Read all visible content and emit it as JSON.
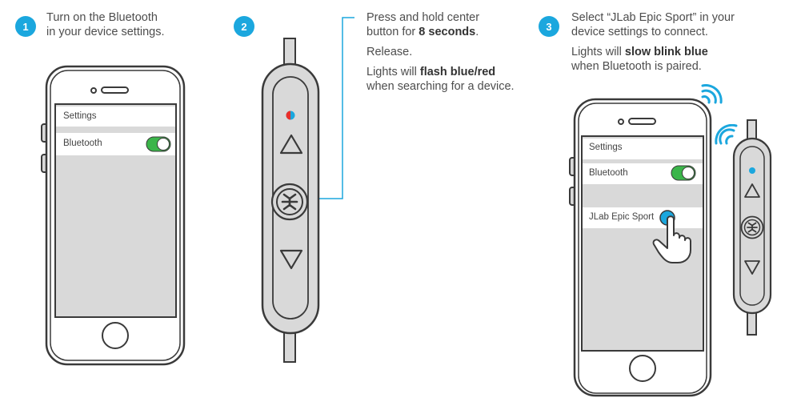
{
  "steps": [
    {
      "number": "1",
      "line1": "Turn on the Bluetooth",
      "line2": "in your device settings."
    },
    {
      "number": "2",
      "line1": "Press and hold center",
      "line2_prefix": "button for ",
      "line2_bold": "8 seconds",
      "line2_suffix": ".",
      "line3": "Release.",
      "line4_prefix": "Lights will ",
      "line4_bold": "flash blue/red",
      "line5": "when searching for a device."
    },
    {
      "number": "3",
      "line1": "Select “JLab Epic Sport” in your",
      "line2": "device settings to connect.",
      "line3_prefix": "Lights will ",
      "line3_bold": "slow blink blue",
      "line4": "when Bluetooth is paired."
    }
  ],
  "phone1": {
    "settings_label": "Settings",
    "bluetooth_label": "Bluetooth",
    "bluetooth_on": true
  },
  "phone2": {
    "settings_label": "Settings",
    "bluetooth_label": "Bluetooth",
    "bluetooth_on": true,
    "device_label": "JLab Epic Sport"
  },
  "icons": {
    "remote_center": "jlab-logo-icon",
    "up": "triangle-up-icon",
    "down": "triangle-down-icon",
    "signal": "wifi-signal-icon",
    "hand": "pointing-hand-icon"
  },
  "colors": {
    "accent": "#1ba7de",
    "toggle_on": "#3bb54a",
    "led_red": "#e8302c",
    "device_bg": "#d9d9d9",
    "outline": "#3a3a3a"
  }
}
